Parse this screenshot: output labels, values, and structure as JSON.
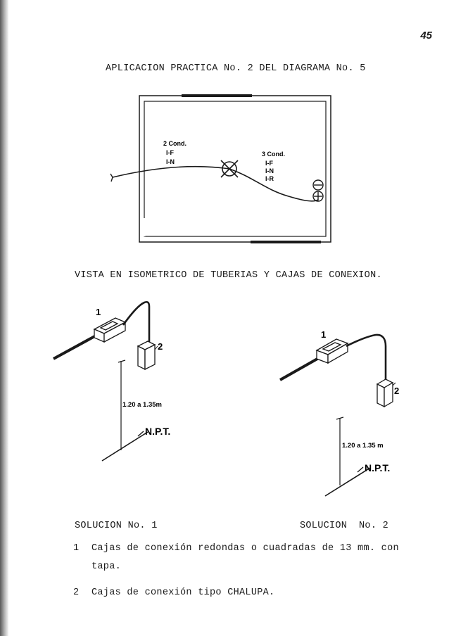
{
  "page": {
    "number": "45",
    "title_plan": "APLICACION PRACTICA No. 2 DEL DIAGRAMA No. 5",
    "title_isometric": "VISTA EN ISOMETRICO DE TUBERIAS Y CAJAS DE CONEXION."
  },
  "plan": {
    "left_label_lines": [
      "2 Cond.",
      "I-F",
      "I-N"
    ],
    "right_label_lines": [
      "3 Cond.",
      "I-F",
      "I-N",
      "I-R"
    ]
  },
  "solution1": {
    "title": "SOLUCION No. 1",
    "box1_label": "1",
    "box2_label": "2",
    "height_label": "1.20 a 1.35m",
    "floor_label": "N.P.T."
  },
  "solution2": {
    "title": "SOLUCION  No. 2",
    "box1_label": "1",
    "box2_label": "2",
    "height_label": "1.20 a 1.35 m",
    "floor_label": "N.P.T."
  },
  "notes": [
    {
      "num": "1",
      "text": "Cajas de conexión redondas o cuadradas de 13 mm. con tapa."
    },
    {
      "num": "2",
      "text": "Cajas de conexión tipo CHALUPA."
    }
  ]
}
